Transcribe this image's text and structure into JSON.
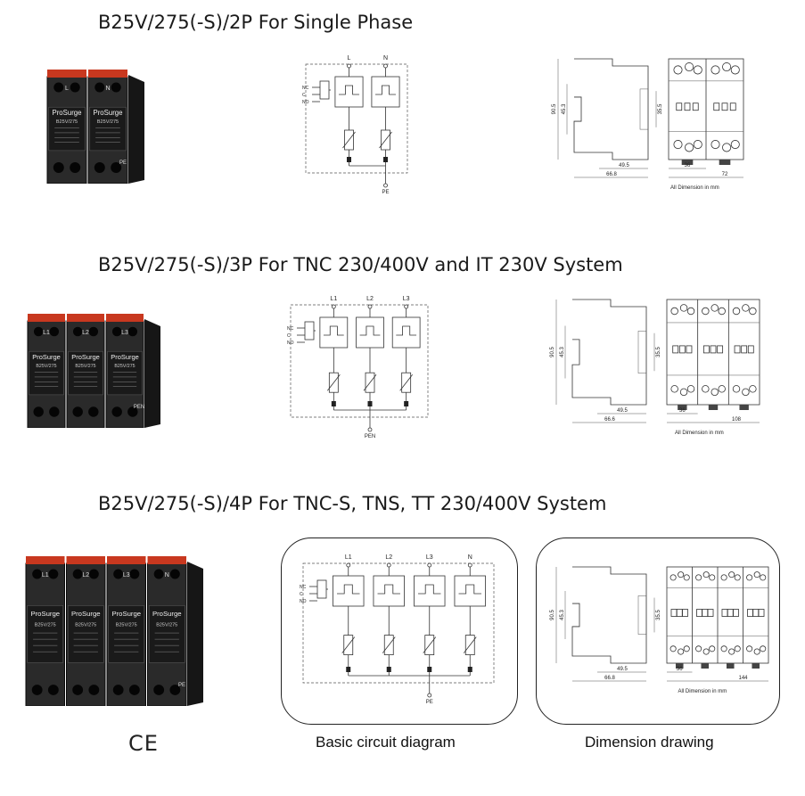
{
  "sections": [
    {
      "title": "B25V/275(-S)/2P For Single Phase",
      "poles": 2,
      "pole_labels": [
        "L",
        "N"
      ],
      "pe_label": "PE",
      "dim_h1": "90.5",
      "dim_h2": "45.3",
      "dim_side": "35.5",
      "dim_a": "49.5",
      "dim_b": "66.8",
      "dim_c": "36",
      "dim_w": "72",
      "dim_note": "All Dimension in mm"
    },
    {
      "title": "B25V/275(-S)/3P For TNC 230/400V and IT 230V System",
      "poles": 3,
      "pole_labels": [
        "L1",
        "L2",
        "L3"
      ],
      "pe_label": "PEN",
      "dim_h1": "90.5",
      "dim_h2": "45.3",
      "dim_side": "35.5",
      "dim_a": "49.5",
      "dim_b": "66.6",
      "dim_c": "36",
      "dim_w": "108",
      "dim_note": "All Dimension in mm"
    },
    {
      "title": "B25V/275(-S)/4P For TNC-S, TNS, TT 230/400V System",
      "poles": 4,
      "pole_labels": [
        "L1",
        "L2",
        "L3",
        "N"
      ],
      "pe_label": "PE",
      "dim_h1": "90.5",
      "dim_h2": "45.3",
      "dim_side": "35.5",
      "dim_a": "49.5",
      "dim_b": "66.8",
      "dim_c": "36",
      "dim_w": "144",
      "dim_note": "All Dimension in mm"
    }
  ],
  "contacts": [
    "NC",
    "C",
    "NO"
  ],
  "device": {
    "brand": "ProSurge",
    "model": "B25V/275",
    "subtitle": "Surge Protective Device"
  },
  "ce_mark": "CE",
  "captions": {
    "circuit": "Basic circuit diagram",
    "dimension": "Dimension drawing"
  }
}
